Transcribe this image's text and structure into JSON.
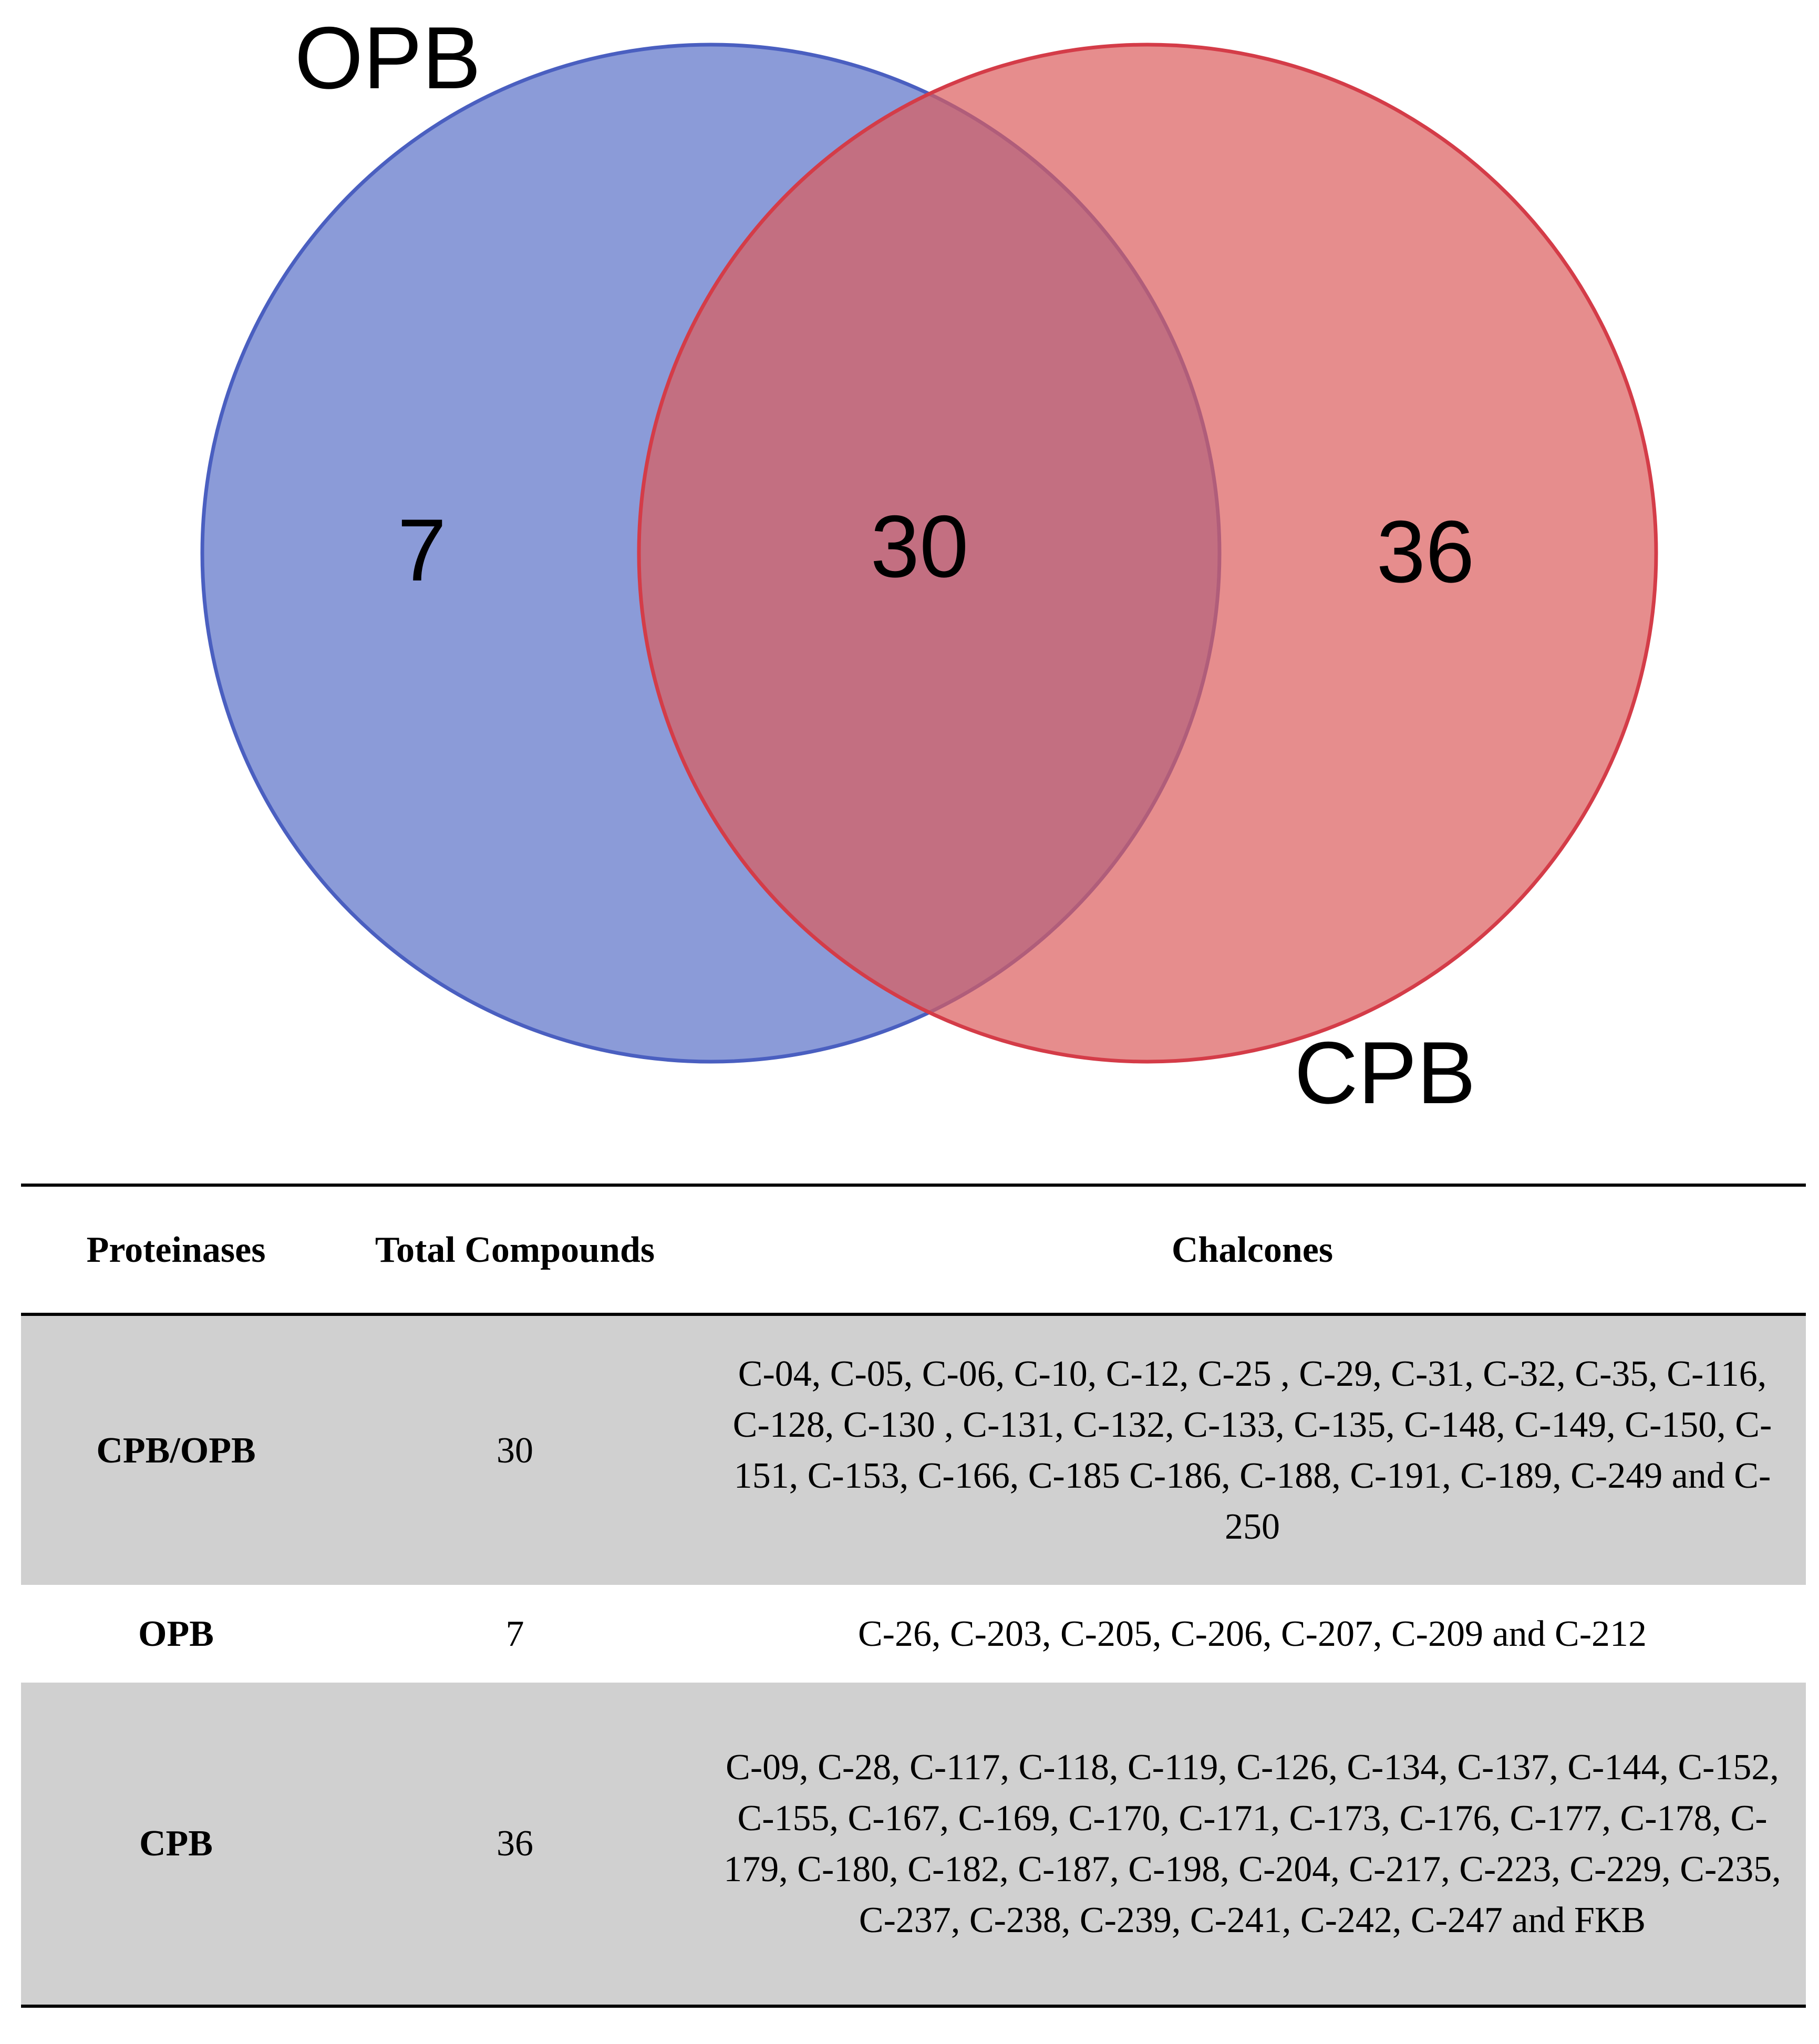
{
  "venn": {
    "left_set": {
      "label": "OPB",
      "count": "7",
      "color": "#5a70c8"
    },
    "right_set": {
      "label": "CPB",
      "count": "36",
      "color": "#dc5c5c"
    },
    "overlap": {
      "count": "30",
      "color": "#a85574"
    }
  },
  "table": {
    "headers": [
      "Proteinases",
      "Total Compounds",
      "Chalcones"
    ],
    "rows": [
      {
        "proteinase": "CPB/OPB",
        "total": "30",
        "chalcones": "C-04, C-05, C-06, C-10, C-12, C-25 , C-29, C-31, C-32, C-35, C-116, C-128, C-130 , C-131, C-132, C-133, C-135, C-148, C-149, C-150, C-151, C-153, C-166, C-185 C-186, C-188, C-191, C-189, C-249 and C-250",
        "shaded": true
      },
      {
        "proteinase": "OPB",
        "total": "7",
        "chalcones": "C-26, C-203, C-205, C-206, C-207, C-209 and C-212",
        "shaded": false
      },
      {
        "proteinase": "CPB",
        "total": "36",
        "chalcones": "C-09, C-28, C-117, C-118, C-119, C-126, C-134, C-137, C-144, C-152, C-155, C-167, C-169, C-170, C-171, C-173, C-176, C-177, C-178, C-179, C-180, C-182, C-187, C-198, C-204, C-217, C-223, C-229, C-235, C-237, C-238, C-239, C-241, C-242, C-247 and FKB",
        "shaded": true
      }
    ]
  }
}
